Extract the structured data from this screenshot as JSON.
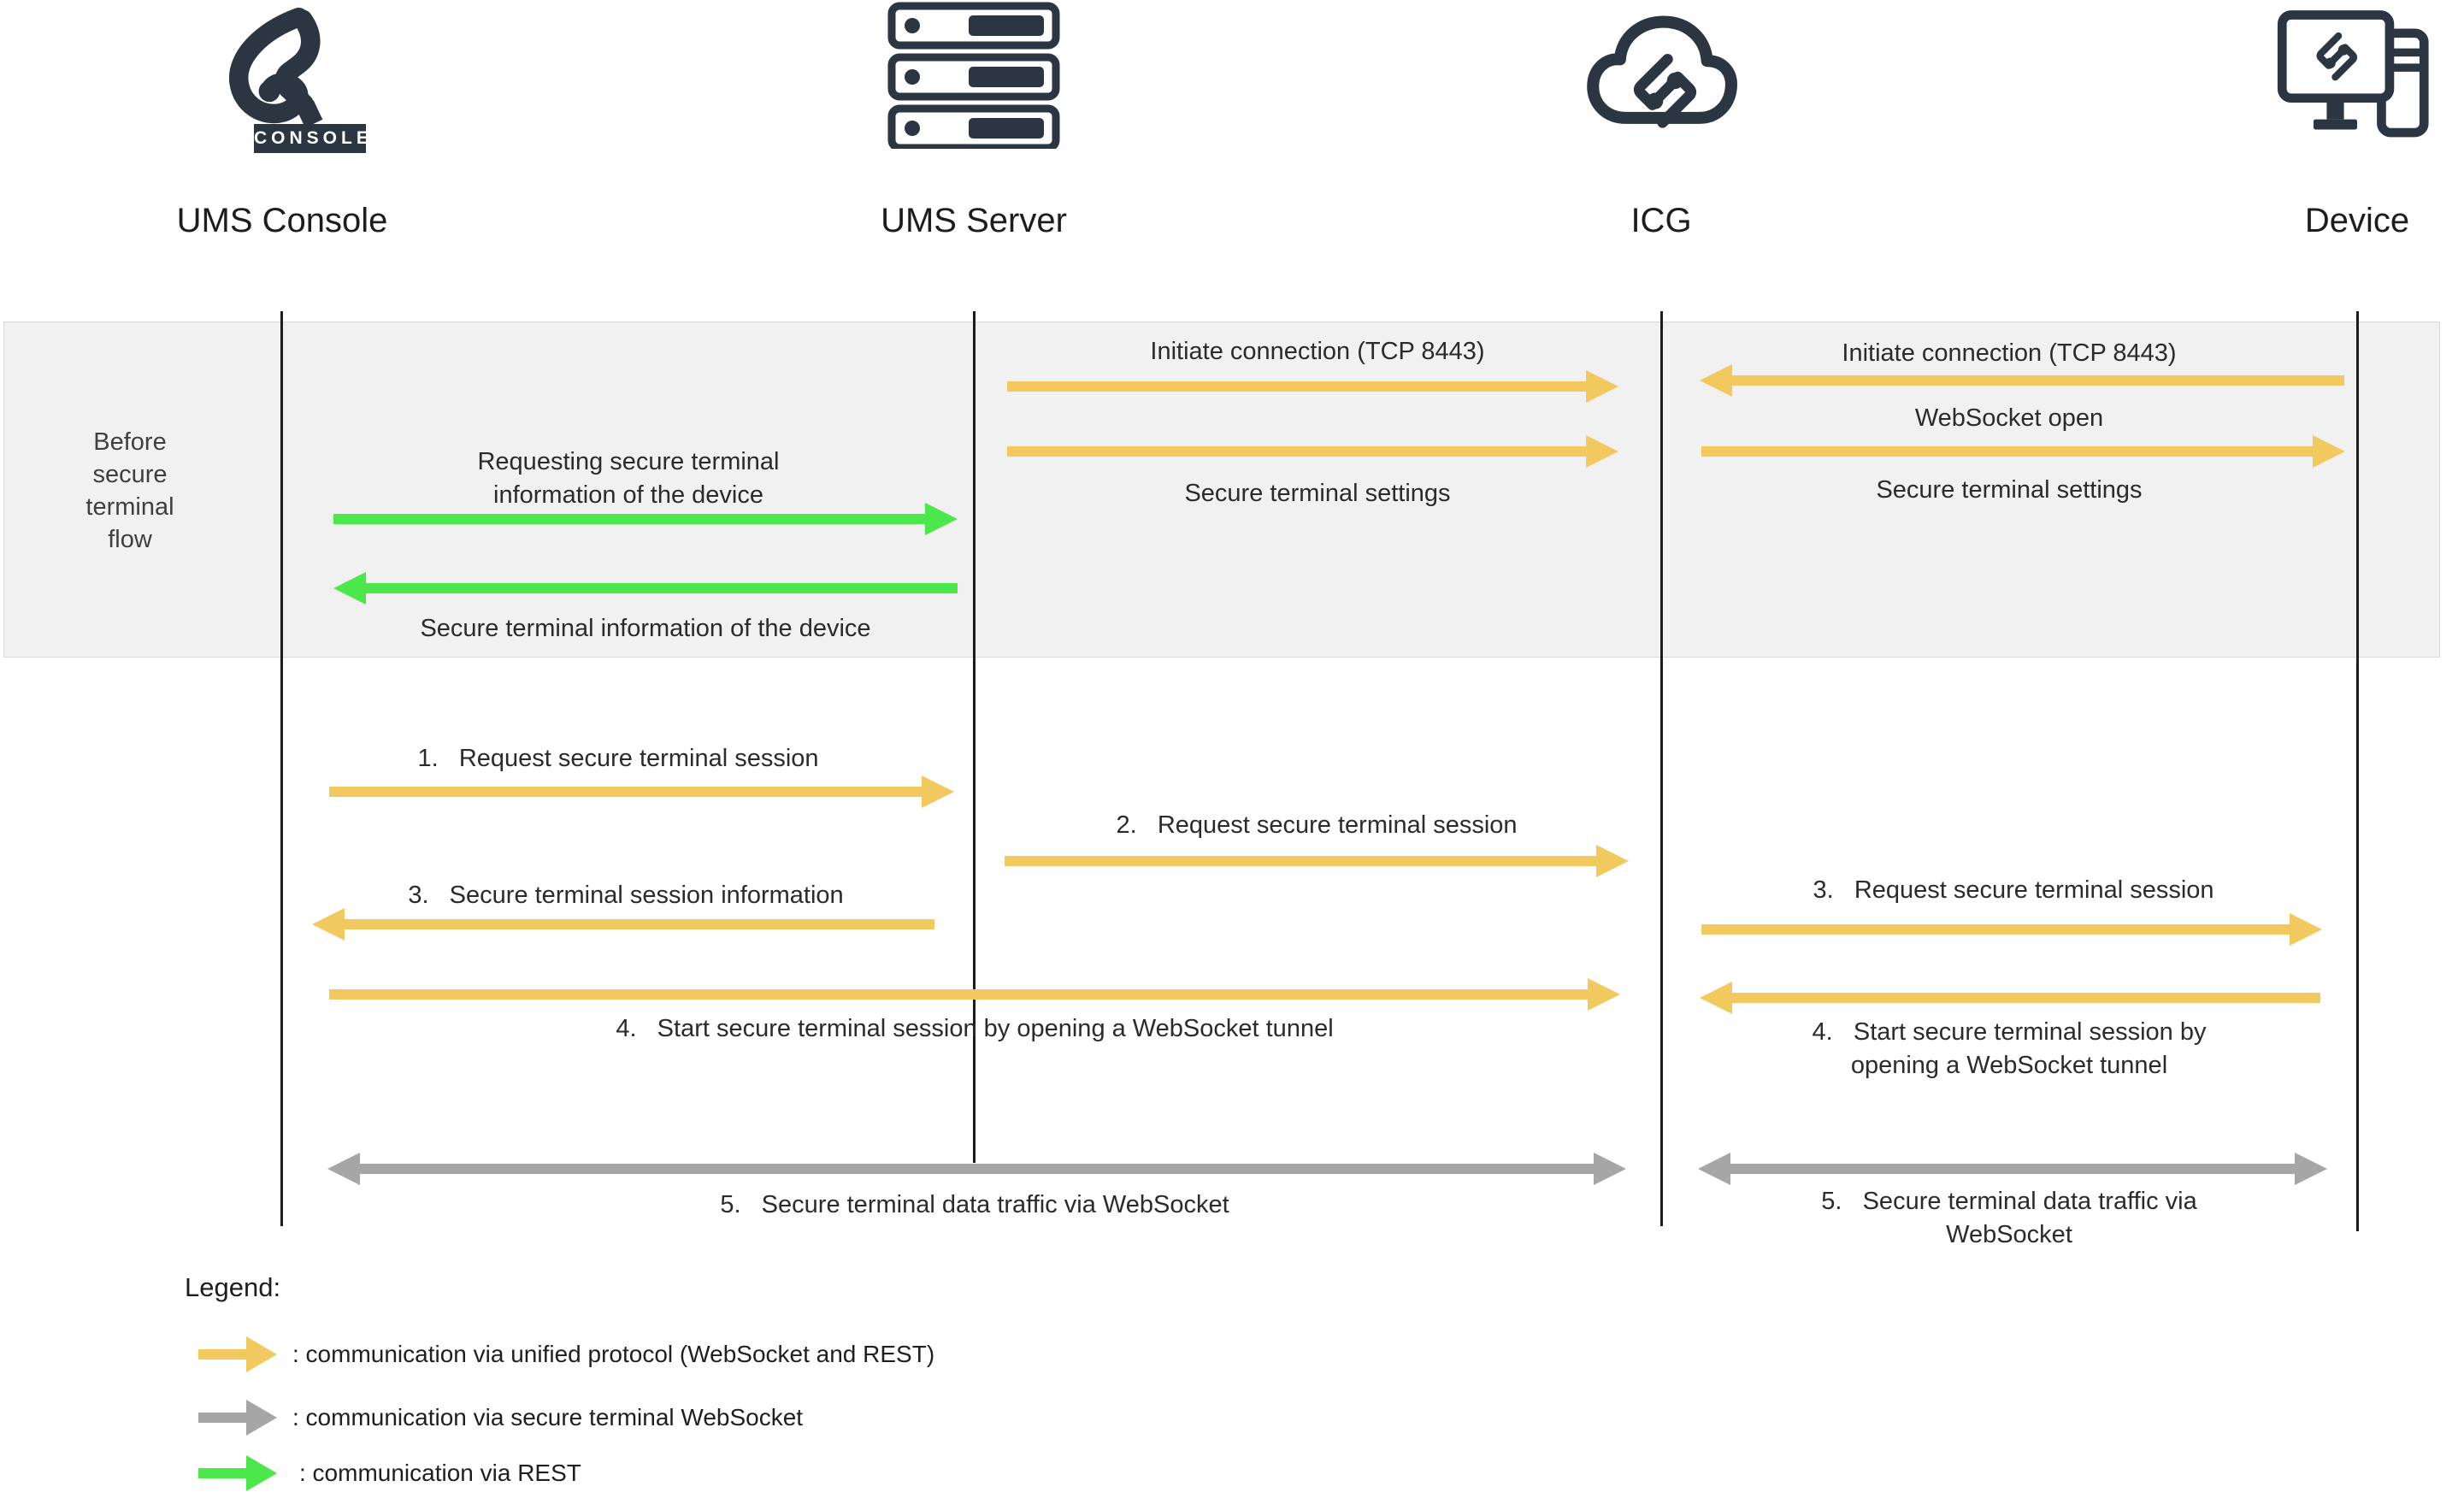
{
  "actors": [
    {
      "label": "UMS Console",
      "icon": "igel-console-logo"
    },
    {
      "label": "UMS Server",
      "icon": "server-stack"
    },
    {
      "label": "ICG",
      "icon": "cloud-igel"
    },
    {
      "label": "Device",
      "icon": "monitor-igel"
    }
  ],
  "console_badge": "CONSOLE",
  "phase": {
    "label": "Before\nsecure\nterminal\nflow"
  },
  "band": {
    "left_request": "Requesting secure terminal\ninformation of the device",
    "left_response": "Secure terminal information of the device",
    "mid_initiate": "Initiate connection (TCP 8443)",
    "mid_settings": "Secure terminal settings",
    "right_initiate": "Initiate connection (TCP 8443)",
    "right_ws_open": "WebSocket open",
    "right_settings": "Secure terminal settings"
  },
  "steps": {
    "s1": "1.   Request secure terminal session",
    "s2": "2.   Request secure terminal session",
    "s3_left": "3.   Secure terminal session information",
    "s3_right": "3.   Request secure terminal session",
    "s4_left": "4.   Start secure terminal session by opening a WebSocket tunnel",
    "s4_right": "4.   Start secure terminal session by\nopening a WebSocket tunnel",
    "s5_left": "5.   Secure terminal data traffic via WebSocket",
    "s5_right": "5.   Secure terminal data traffic via\nWebSocket"
  },
  "legend": {
    "title": "Legend:",
    "items": [
      {
        "label": ": communication via unified protocol (WebSocket and REST)",
        "color": "#F2C95F"
      },
      {
        "label": ": communication via secure terminal WebSocket",
        "color": "#A6A6A6"
      },
      {
        "label": ": communication via REST",
        "color": "#4BE74B"
      }
    ]
  },
  "colors": {
    "yellow": "#F2C95F",
    "green": "#4BE74B",
    "gray": "#A6A6A6",
    "dark_icon": "#2B3642",
    "lifeline": "#1C1C1C",
    "band_bg": "#F1F1F1",
    "band_border": "#D9D9D9",
    "text": "#2B2B2B"
  }
}
